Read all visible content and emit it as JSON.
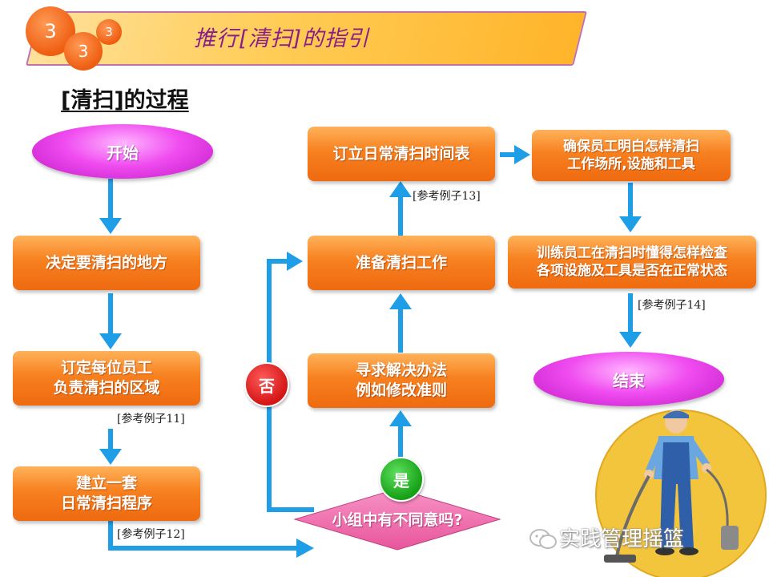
{
  "header": {
    "title": "推行[清扫]的指引",
    "numbers": [
      "3",
      "3",
      "3"
    ],
    "subtitle": "[清扫]的过程"
  },
  "flow": {
    "start": "开始",
    "decide_area": "决定要清扫的地方",
    "assign": "订定每位员工\n负责清扫的区域",
    "ref11": "[参考例子11]",
    "procedure": "建立一套\n日常清扫程序",
    "ref12": "[参考例子12]",
    "question": "小组中有不同意吗?",
    "yes": "是",
    "no": "否",
    "solve": "寻求解决办法\n例如修改准则",
    "prepare": "准备清扫工作",
    "ref13": "[参考例子13]",
    "schedule": "订立日常清扫时间表",
    "ensure": "确保员工明白怎样清扫\n工作场所,设施和工具",
    "train": "训练员工在清扫时懂得怎样检查\n各项设施及工具是否在正常状态",
    "ref14": "[参考例子14]",
    "end": "结束"
  },
  "watermark": "实践管理摇篮",
  "colors": {
    "box_orange": "#f7801f",
    "ellipse_magenta": "#f04cf0",
    "arrow_blue": "#1f9ee8",
    "diamond_pink": "#f06aa8",
    "yes_green": "#20b020",
    "no_red": "#e02020",
    "banner_yellow": "#ffcc55",
    "title_purple": "#8a1e88",
    "illustration_yellow": "#f3c53d"
  },
  "icons": [
    "worker-vacuum-illustration",
    "wechat-icon"
  ]
}
